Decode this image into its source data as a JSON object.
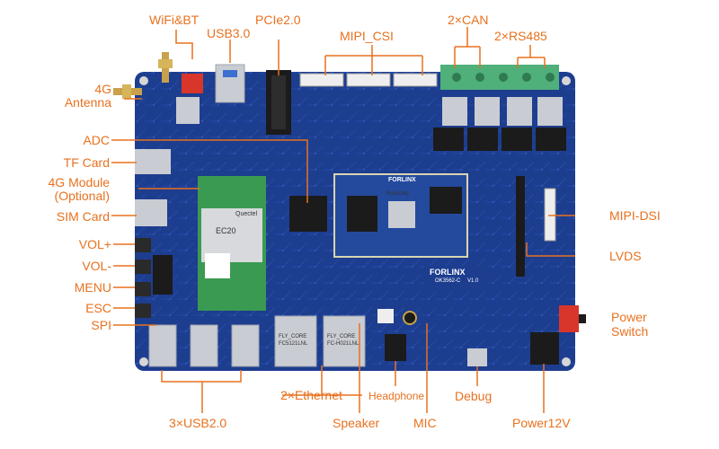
{
  "colors": {
    "label": "#e8711f",
    "line": "#e8711f",
    "pcb": "#1d3d8f",
    "pcb_dark": "#15306f",
    "trace": "#2a55b5",
    "green_terminal": "#4fb07a",
    "module_green": "#3a9a52",
    "silver": "#c9ccd2",
    "black": "#1b1b1b",
    "gold": "#c8a14a"
  },
  "labels": {
    "wifi_bt": "WiFi&BT",
    "usb30": "USB3.0",
    "pcie": "PCIe2.0",
    "mipi_csi": "MIPI_CSI",
    "can": "2×CAN",
    "rs485": "2×RS485",
    "antenna_4g_line1": "4G",
    "antenna_4g_line2": "Antenna",
    "adc": "ADC",
    "tf_card": "TF Card",
    "module_4g_line1": "4G Module",
    "module_4g_line2": "(Optional)",
    "sim_card": "SIM Card",
    "vol_plus": "VOL+",
    "vol_minus": "VOL-",
    "menu": "MENU",
    "esc": "ESC",
    "spi": "SPI",
    "mipi_dsi": "MIPI-DSI",
    "lvds": "LVDS",
    "power_switch_line1": "Power",
    "power_switch_line2": "Switch",
    "ethernet": "2×Ethernet",
    "headphone": "Headphone",
    "debug": "Debug",
    "usb20": "3×USB2.0",
    "speaker": "Speaker",
    "mic": "MIC",
    "power12v": "Power12V"
  },
  "board_text": {
    "som_brand": "FORLINX",
    "soc_brand": "Rockchip",
    "model": "OK3562-C",
    "version": "V1.0",
    "modem_brand": "Quectel",
    "modem_model": "EC20",
    "eth_left_brand": "FLY_CORE",
    "eth_left_model": "FC5121LNL",
    "eth_right_brand": "FLY_CORE",
    "eth_right_model": "FC-H021LNL"
  }
}
